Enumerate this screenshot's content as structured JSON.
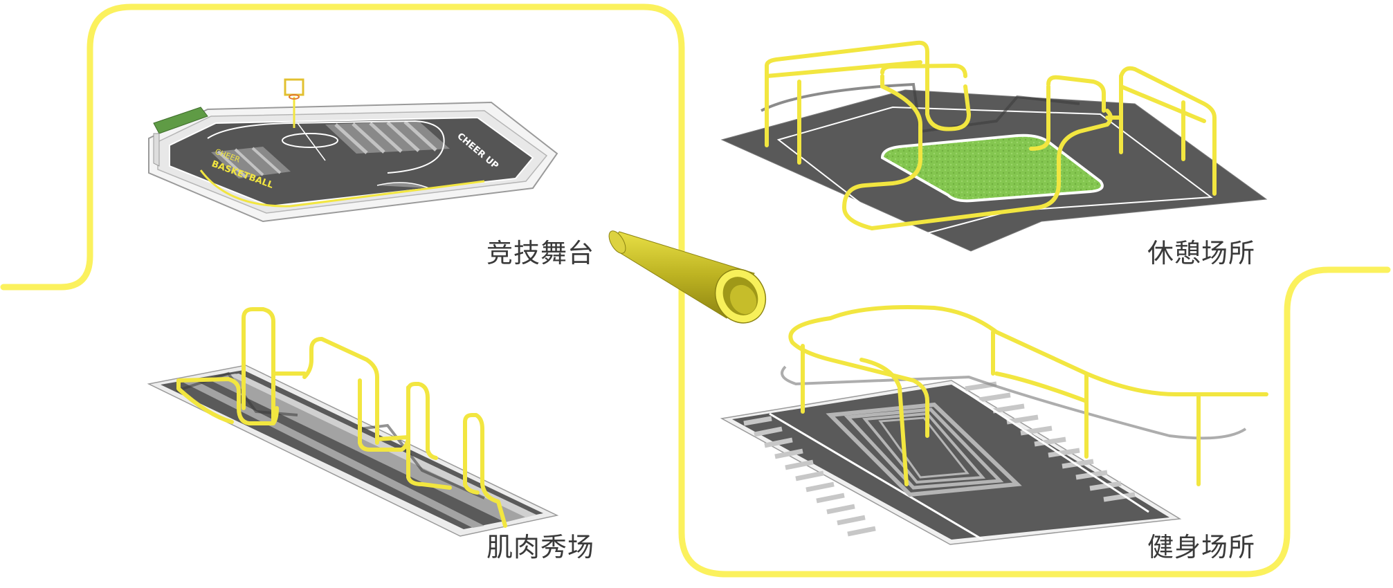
{
  "labels": {
    "stage": "竞技舞台",
    "rest": "休憩场所",
    "muscle": "肌肉秀场",
    "fitness": "健身场所"
  },
  "court_text": {
    "cheer_up": "CHEER UP",
    "basketball": "BASKETBALL",
    "cheer": "CHEER"
  },
  "colors": {
    "accent_yellow": "#fbf15d",
    "rail_yellow": "#f2e640",
    "pipe_yellow": "#c9c02a",
    "asphalt": "#5b5b5b",
    "asphalt_light": "#8c8c8c",
    "grass": "#7fc34a"
  },
  "icons": {
    "connector": "yellow-pipe-connector-icon",
    "court": "basketball-court-icon",
    "hoop": "basketball-hoop-icon"
  }
}
